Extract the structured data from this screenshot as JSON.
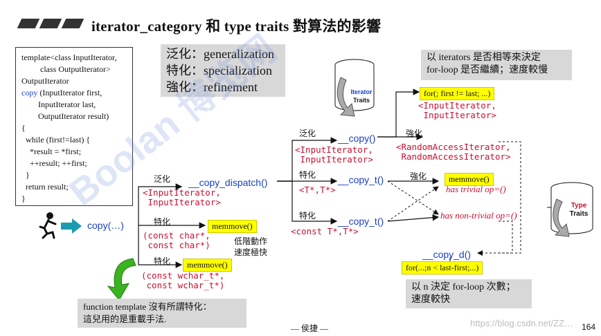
{
  "title": "iterator_category 和 type traits 對算法的影響",
  "code": {
    "lines": [
      "template<class InputIterator,",
      "         class OutputIterator>",
      "OutputIterator",
      "copy (InputIterator first,",
      "        InputIterator last,",
      "        OutputIterator result)",
      "{",
      "  while (first!=last) {",
      "    *result = *first;",
      "    ++result; ++first;",
      "  }",
      "  return result;",
      "}"
    ],
    "keyword": "copy"
  },
  "glossary": {
    "line1": "泛化：generalization",
    "line2": "特化：specialization",
    "line3": "強化：refinement"
  },
  "note_iterators": {
    "line1": "以 iterators 是否相等來決定",
    "line2": "for-loop 是否繼續；速度較慢"
  },
  "note_n": {
    "line1": "以 n 決定 for-loop 次數；",
    "line2": "速度較快"
  },
  "note_function_template": {
    "line1": "function template 沒有所謂特化：",
    "line2": "這兒用的是重載手法."
  },
  "iterator_traits": {
    "line1": "Iterator",
    "line2": "Traits"
  },
  "type_traits": {
    "line1": "Type",
    "line2": "Traits"
  },
  "nodes": {
    "copy_call": "copy(…)",
    "copy_dispatch": "__copy_dispatch()",
    "copy_dispatch_args": "<InputIterator,\n InputIterator>",
    "memmove_char": "memmove()",
    "memmove_char_args": "(const char*,\n const char*)",
    "low_level_1": "低階動作",
    "low_level_2": "速度極快",
    "memmove_wchar": "memmove()",
    "memmove_wchar_args": "(const wchar_t*,\n const wchar_t*)",
    "copy_inner": "__copy()",
    "copy_inner_args": "<InputIterator,\n InputIterator>",
    "copy_t1": "__copy_t()",
    "copy_t1_args": "<T*,T*>",
    "copy_t2": "__copy_t()",
    "copy_t2_args": "<const T*,T*>",
    "for_first_last": "for(; first != last; ...)",
    "for_first_last_args": "<InputIterator,\n InputIterator>",
    "random_access_args": "<RandomAccessIterator,\n RandomAccessIterator>",
    "memmove_trivial": "memmove()",
    "has_trivial": "has trivial op=()",
    "has_non_trivial": "has non-trivial op=()",
    "copy_d": "__copy_d()",
    "for_n": "for(...;n < last-first;...)"
  },
  "edge_labels": {
    "generalize_1": "泛化",
    "specialize_1": "特化",
    "specialize_2": "特化",
    "generalize_2": "泛化",
    "specialize_3": "特化",
    "specialize_4": "特化",
    "refine_1": "強化",
    "refine_2": "強化"
  },
  "watermark": "Boolan 博览网",
  "author": "— 侯捷 —",
  "source": "https://blog.csdn.net/ZZ…",
  "page_number": "164",
  "colors": {
    "highlight": "#ffff00",
    "red": "#c8102e",
    "blue": "#1a3fc4",
    "grey": "#d8d8d8",
    "arrow_teal": "#1a9bb0",
    "arrow_green": "#3bb320"
  }
}
